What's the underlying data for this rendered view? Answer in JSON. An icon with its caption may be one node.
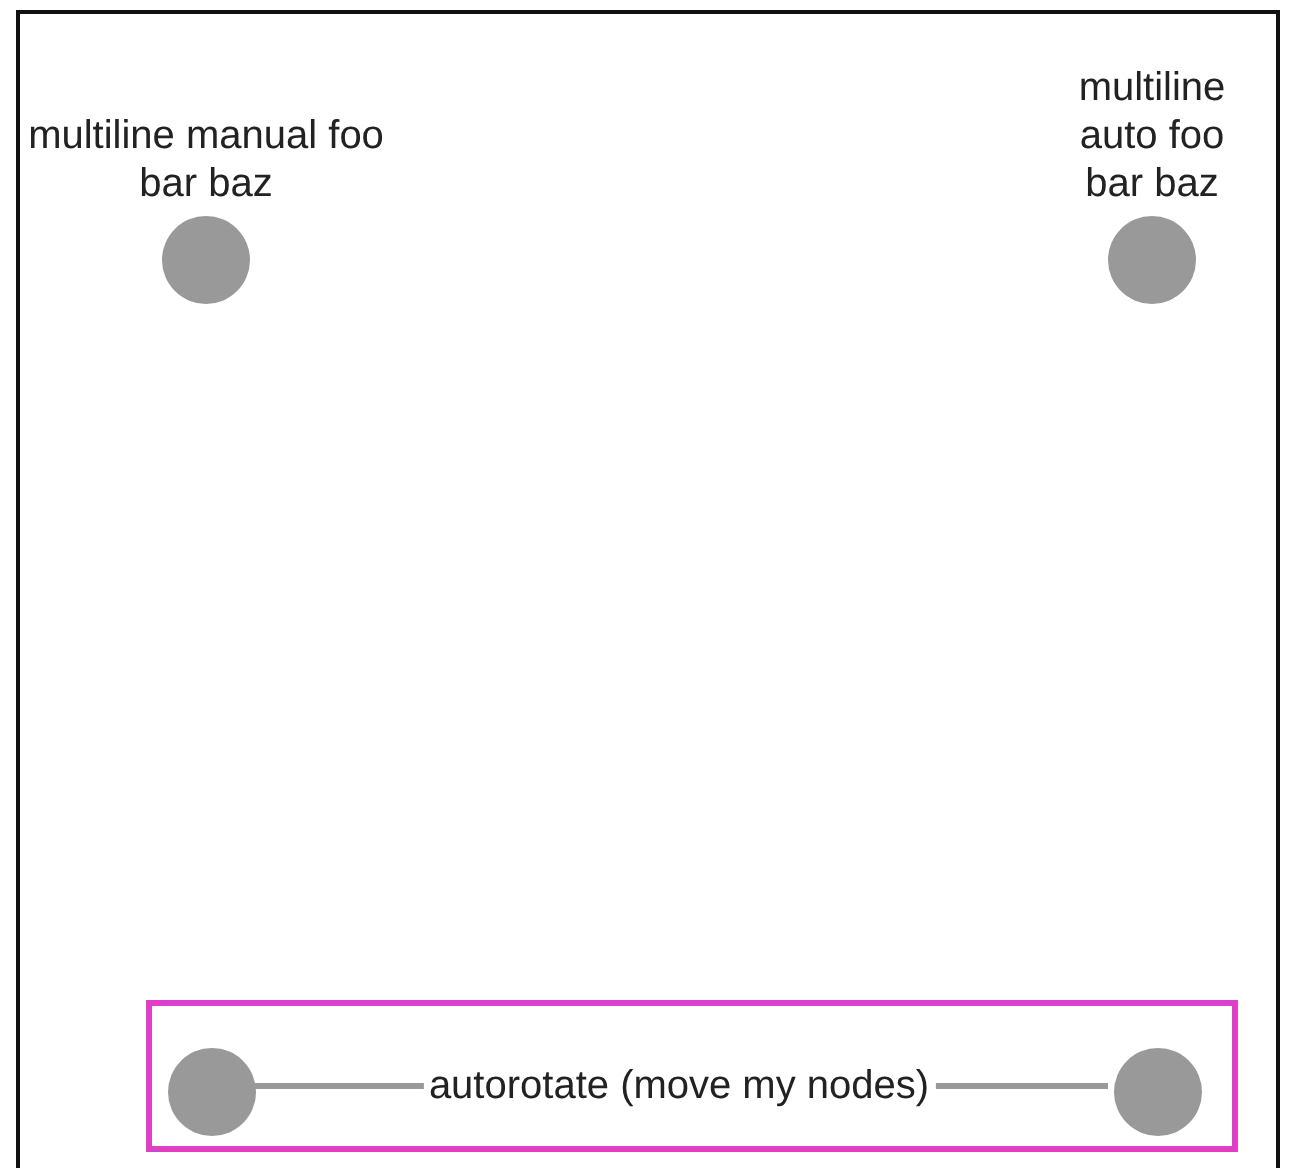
{
  "diagram": {
    "nodes": [
      {
        "text": [
          "multiline manual foo bar baz"
        ]
      },
      {
        "text": [
          "multiline auto foo bar baz"
        ]
      },
      {
        "text": [],
        "shape": "box"
      },
      {
        "text": [],
        "shape": "circle",
        "in": 2
      },
      {
        "text": [],
        "shape": "circle",
        "in": 2
      }
    ],
    "edges": [
      {
        "from": 3,
        "to": 4,
        "arrow": "none",
        "label": "autorotate (move my nodes)"
      }
    ]
  }
}
